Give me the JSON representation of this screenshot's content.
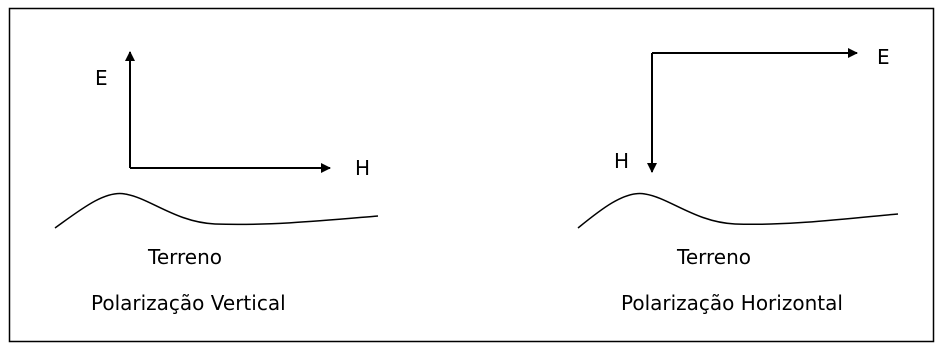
{
  "left_panel": {
    "vertical_axis_label": "E",
    "horizontal_axis_label": "H",
    "terrain_label": "Terreno",
    "caption": "Polarização Vertical"
  },
  "right_panel": {
    "horizontal_axis_label": "E",
    "vertical_axis_label": "H",
    "terrain_label": "Terreno",
    "caption": "Polarização Horizontal"
  }
}
